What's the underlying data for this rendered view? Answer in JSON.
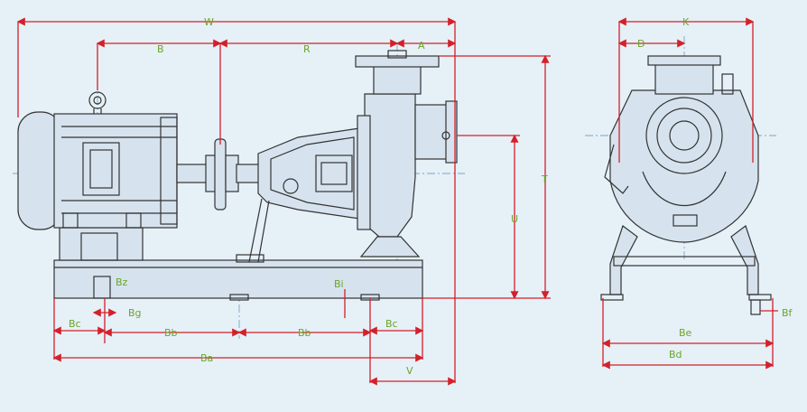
{
  "labels": {
    "W": "W",
    "B": "B",
    "R": "R",
    "A": "A",
    "T": "T",
    "U": "U",
    "Bz": "Bz",
    "Bi": "Bi",
    "Bg": "Bg",
    "Bc_left": "Bc",
    "Bc_right": "Bc",
    "Bb_left": "Bb",
    "Bb_right": "Bb",
    "Ba": "Ba",
    "V": "V",
    "K": "K",
    "D": "D",
    "Be": "Be",
    "Bd": "Bd",
    "Bf": "Bf"
  },
  "colors": {
    "background": "#e6f0f7",
    "dimension": "#d4202a",
    "label": "#6aa528",
    "outline": "#333333",
    "centerline": "#7aa4c4"
  }
}
